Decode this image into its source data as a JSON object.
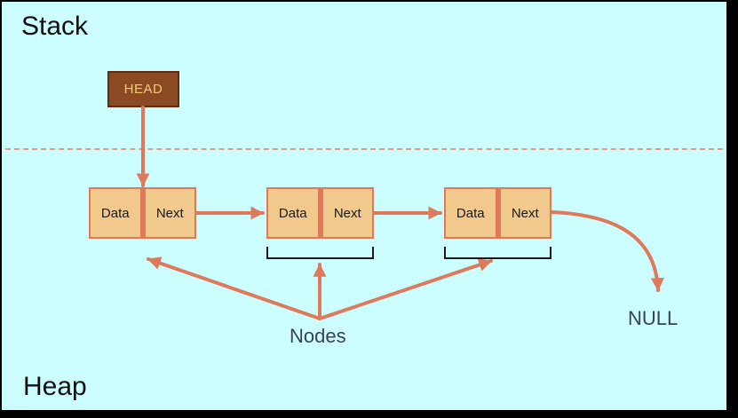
{
  "diagram": {
    "stack_label": "Stack",
    "heap_label": "Heap",
    "head_label": "HEAD",
    "null_label": "NULL",
    "nodes_label": "Nodes",
    "nodes": [
      {
        "data_label": "Data",
        "next_label": "Next"
      },
      {
        "data_label": "Data",
        "next_label": "Next"
      },
      {
        "data_label": "Data",
        "next_label": "Next"
      }
    ],
    "colors": {
      "background": "#CCFEFF",
      "arrow": "#DE7A5B",
      "node_fill": "#F2C98C",
      "node_border": "#DE7A5B",
      "head_fill": "#8C4A24",
      "head_border": "#5D2F10",
      "head_text": "#F3CD70",
      "annotation_text": "#3A4158",
      "dashed_divider": "#E89A84",
      "bracket": "#1A1A1A"
    }
  }
}
